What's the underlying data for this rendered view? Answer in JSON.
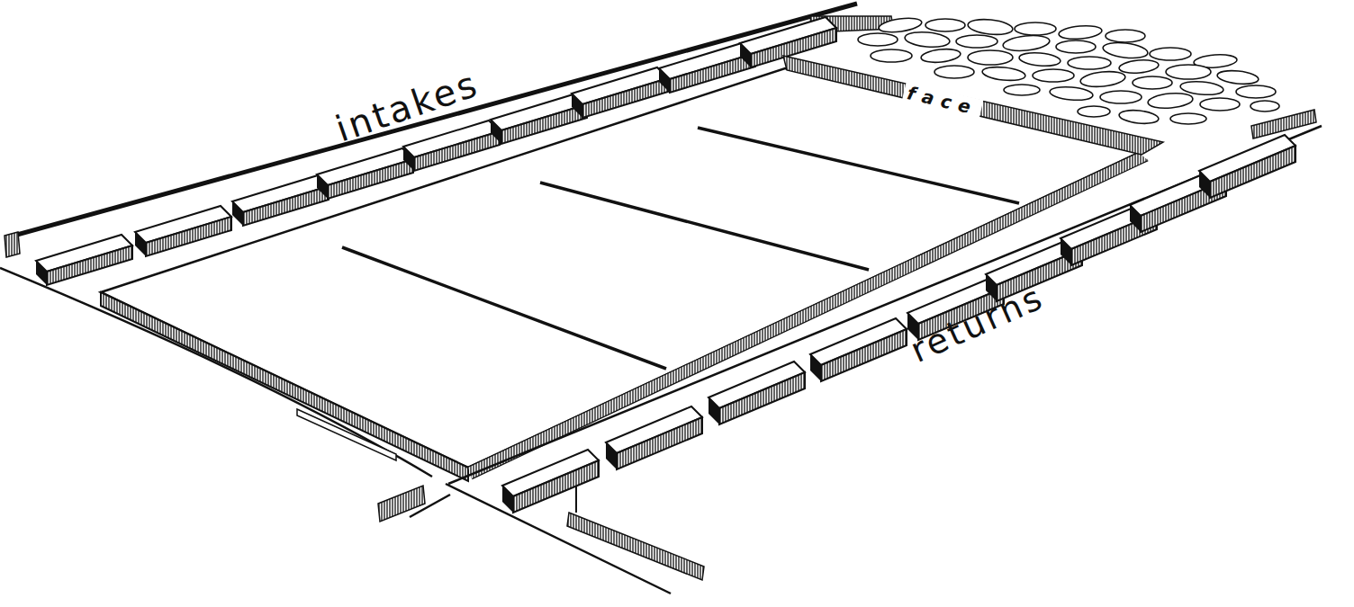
{
  "diagram": {
    "labels": [
      "intakes",
      "returns",
      "face"
    ]
  }
}
